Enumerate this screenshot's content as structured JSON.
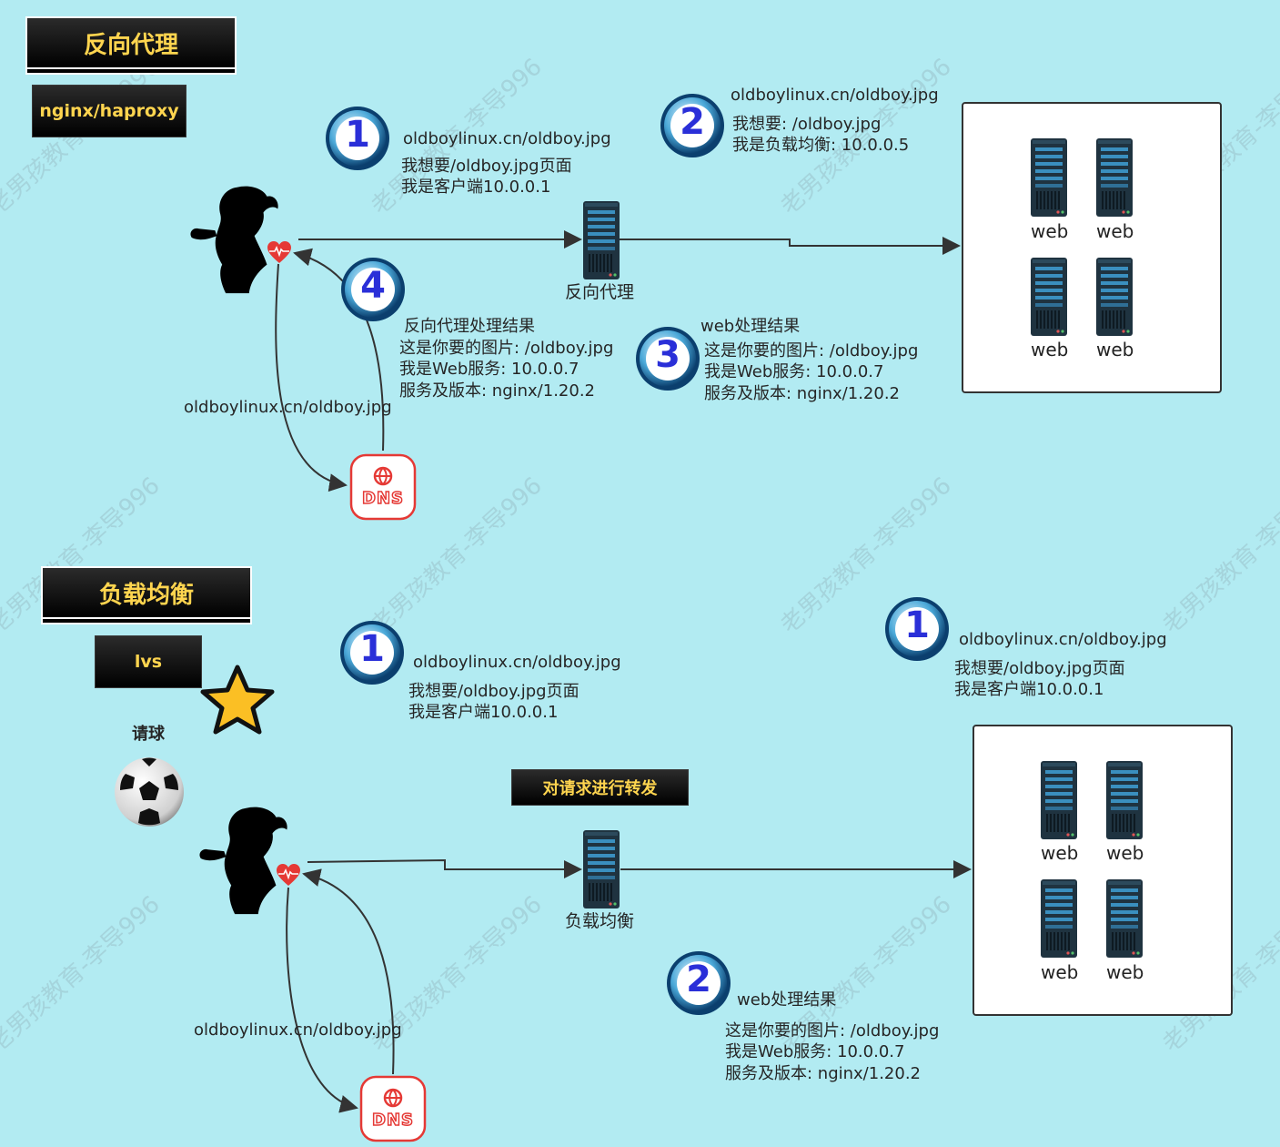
{
  "watermark": "老男孩教育-李导996",
  "sections": {
    "reverse_proxy": {
      "title": "反向代理",
      "subtitle": "nginx/haproxy",
      "proxy_label": "反向代理",
      "step1": {
        "num": "1",
        "url": "oldboylinux.cn/oldboy.jpg",
        "line1": "我想要/oldboy.jpg页面",
        "line2": "我是客户端10.0.0.1"
      },
      "step2": {
        "num": "2",
        "url": "oldboylinux.cn/oldboy.jpg",
        "line1": "我想要: /oldboy.jpg",
        "line2": "我是负载均衡: 10.0.0.5"
      },
      "step3": {
        "num": "3",
        "title": "web处理结果",
        "line1": "这是你要的图片: /oldboy.jpg",
        "line2": "我是Web服务: 10.0.0.7",
        "line3": "服务及版本: nginx/1.20.2"
      },
      "step4": {
        "num": "4",
        "title": "反向代理处理结果",
        "line1": "这是你要的图片: /oldboy.jpg",
        "line2": "我是Web服务: 10.0.0.7",
        "line3": "服务及版本: nginx/1.20.2"
      },
      "dns_url": "oldboylinux.cn/oldboy.jpg",
      "web_labels": [
        "web",
        "web",
        "web",
        "web"
      ]
    },
    "load_balance": {
      "title": "负载均衡",
      "subtitle": "lvs",
      "ball_label": "请球",
      "forward_label": "对请求进行转发",
      "lb_label": "负载均衡",
      "step1a": {
        "num": "1",
        "url": "oldboylinux.cn/oldboy.jpg",
        "line1": "我想要/oldboy.jpg页面",
        "line2": "我是客户端10.0.0.1"
      },
      "step1b": {
        "num": "1",
        "url": "oldboylinux.cn/oldboy.jpg",
        "line1": "我想要/oldboy.jpg页面",
        "line2": "我是客户端10.0.0.1"
      },
      "step2": {
        "num": "2",
        "title": "web处理结果",
        "line1": "这是你要的图片: /oldboy.jpg",
        "line2": "我是Web服务: 10.0.0.7",
        "line3": "服务及版本: nginx/1.20.2"
      },
      "dns_url": "oldboylinux.cn/oldboy.jpg",
      "web_labels": [
        "web",
        "web",
        "web",
        "web"
      ]
    }
  },
  "colors": {
    "background": "#b2ebf2",
    "title_text": "#ffd54f",
    "badge_number": "#2a2fd8",
    "dns_red": "#e53935"
  }
}
